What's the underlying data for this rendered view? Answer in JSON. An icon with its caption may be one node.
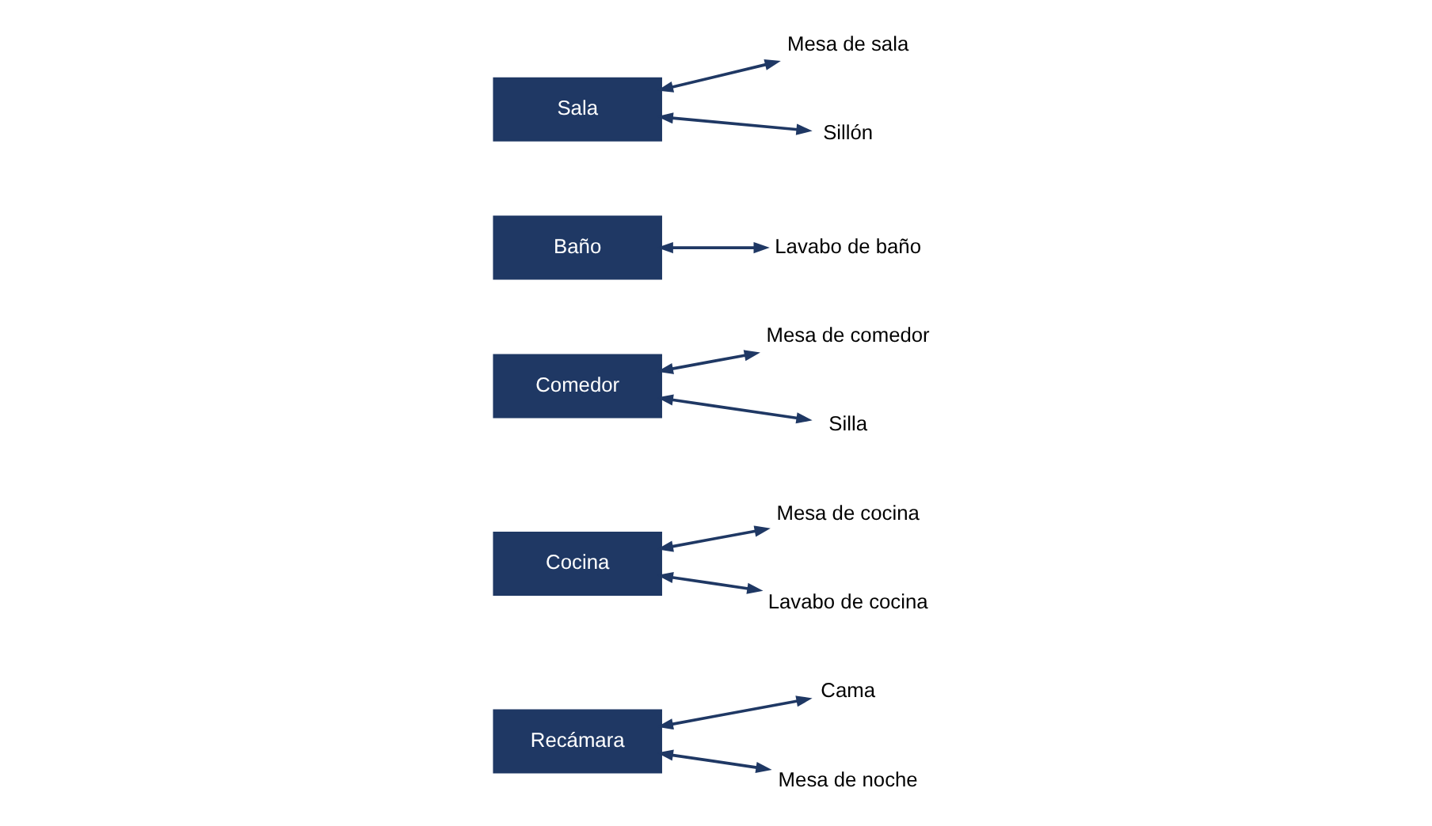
{
  "diagram": {
    "nodes": [
      {
        "text": [
          "Recámara"
        ]
      },
      {
        "text": [
          "Cama"
        ]
      },
      {
        "text": [
          "Mesa de noche"
        ]
      },
      {
        "text": [
          "Cocina"
        ]
      },
      {
        "text": [
          "Mesa de cocina"
        ]
      },
      {
        "text": [
          "Lavabo de cocina"
        ]
      },
      {
        "text": [
          "Comedor"
        ]
      },
      {
        "text": [
          "Mesa de comedor"
        ]
      },
      {
        "text": [
          "Silla"
        ]
      },
      {
        "text": [
          "Baño"
        ]
      },
      {
        "text": [
          "Lavabo de baño"
        ]
      },
      {
        "text": [
          "Sala"
        ]
      },
      {
        "text": [
          "Mesa de sala"
        ]
      },
      {
        "text": [
          "Sillón"
        ]
      }
    ],
    "edges": [
      {
        "from": 0,
        "to": 1,
        "arrow": "both"
      },
      {
        "from": 0,
        "to": 2,
        "arrow": "both"
      },
      {
        "from": 3,
        "to": 4,
        "arrow": "both"
      },
      {
        "from": 3,
        "to": 5,
        "arrow": "both"
      },
      {
        "from": 6,
        "to": 7,
        "arrow": "both"
      },
      {
        "from": 6,
        "to": 8,
        "arrow": "both"
      },
      {
        "from": 9,
        "to": 10,
        "arrow": "both"
      },
      {
        "from": 11,
        "to": 12,
        "arrow": "both"
      },
      {
        "from": 11,
        "to": 13,
        "arrow": "both"
      }
    ]
  }
}
